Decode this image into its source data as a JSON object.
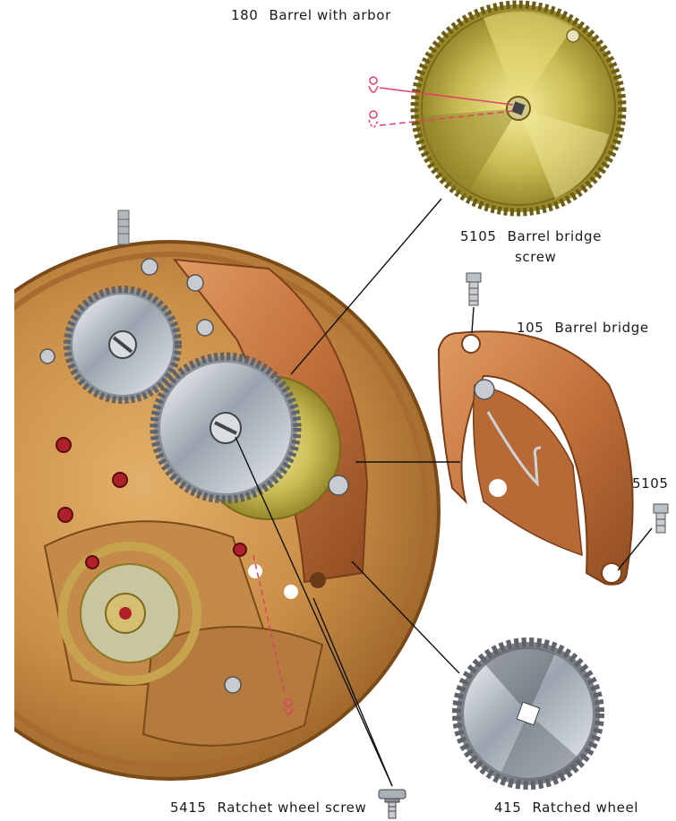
{
  "labels": {
    "barrel": {
      "number": "180",
      "text": "Barrel with arbor"
    },
    "barrel_bridge_screw": {
      "number": "5105",
      "text_line1": "Barrel bridge",
      "text_line2": "screw"
    },
    "barrel_bridge": {
      "number": "105",
      "text": "Barrel bridge"
    },
    "screw_5105": {
      "number": "5105"
    },
    "ratchet_wheel_screw": {
      "number": "5415",
      "text": "Ratchet wheel screw"
    },
    "ratched_wheel": {
      "number": "415",
      "text": "Ratched wheel"
    }
  },
  "colors": {
    "brass": "#c98d46",
    "copper": "#c97a45",
    "gold_wheel": "#c8b550",
    "steel": "#b8c0c8",
    "jewel": "#b0202a",
    "leader": "#111111",
    "oil_marker": "#e0406a"
  }
}
